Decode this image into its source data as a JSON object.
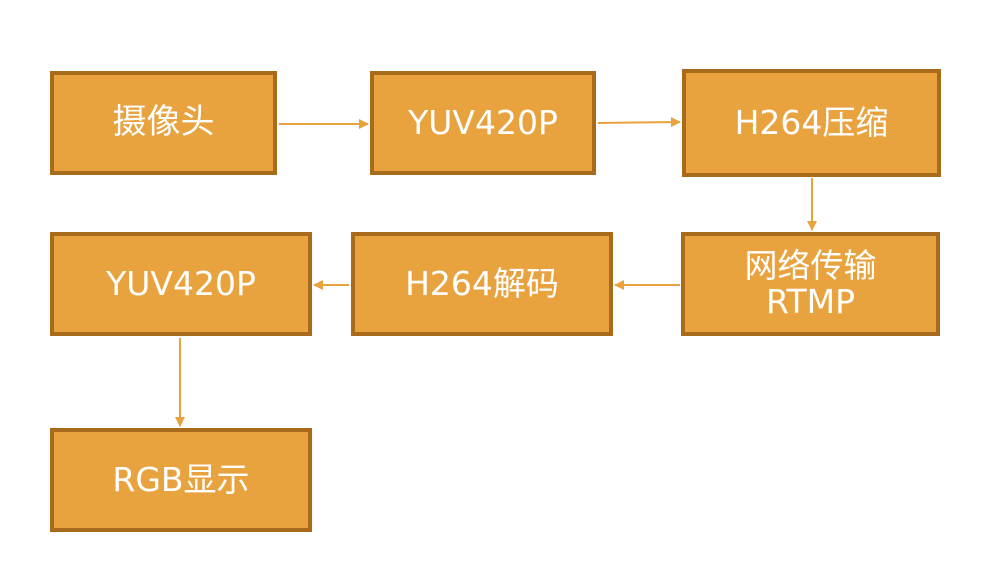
{
  "diagram": {
    "nodes": {
      "camera": "摄像头",
      "yuv_top": "YUV420P",
      "h264_encode": "H264压缩",
      "network_line1": "网络传输",
      "network_line2": "RTMP",
      "h264_decode": "H264解码",
      "yuv_bottom": "YUV420P",
      "rgb_display": "RGB显示"
    },
    "edges": [
      [
        "camera",
        "yuv_top"
      ],
      [
        "yuv_top",
        "h264_encode"
      ],
      [
        "h264_encode",
        "network"
      ],
      [
        "network",
        "h264_decode"
      ],
      [
        "h264_decode",
        "yuv_bottom"
      ],
      [
        "yuv_bottom",
        "rgb_display"
      ]
    ],
    "colors": {
      "node_fill": "#E8A23E",
      "node_border": "#A86A1B",
      "arrow": "#E8A23E",
      "text": "#FFFFFF"
    }
  }
}
